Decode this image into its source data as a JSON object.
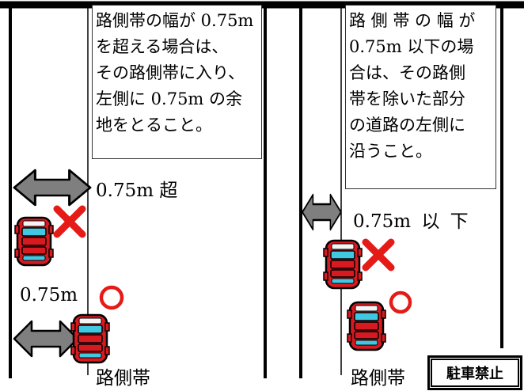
{
  "left_panel": {
    "note": "路側帯の幅が 0.75m\nを超える場合は、\nその路側帯に入り、\n左側に 0.75m の余\n地をとること。",
    "width_label": "0.75m 超",
    "clearance_label": "0.75m",
    "shoulder_label": "路側帯"
  },
  "right_panel": {
    "note": "路 側 帯 の 幅 が\n0.75m 以下の場\n合は、その路側\n帯を除いた部分\nの道路の左側に\n沿うこと。",
    "width_label": "0.75m 以 下",
    "shoulder_label": "路側帯"
  },
  "sign": {
    "text": "駐車禁止"
  },
  "colors": {
    "car_body": "#d71920",
    "car_glass": "#40c8e0",
    "cross": "#e41b17",
    "circle": "#e41b17",
    "arrow": "#7f7f7f"
  }
}
